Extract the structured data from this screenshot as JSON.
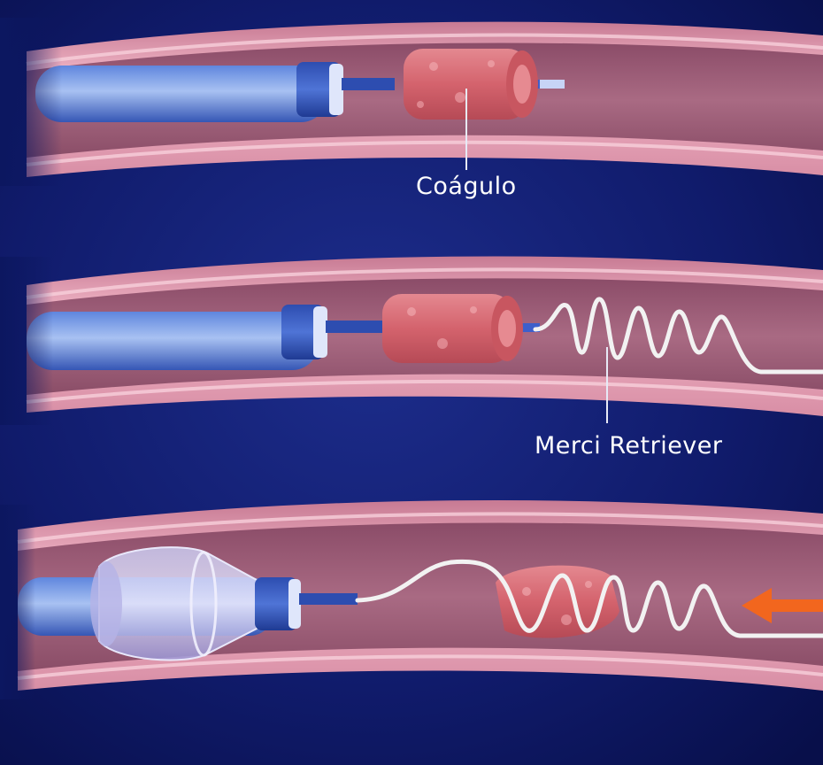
{
  "labels": {
    "clot": "Coágulo",
    "retriever": "Merci Retriever"
  },
  "colors": {
    "background": "#0c1760",
    "vessel_wall": "#e8a0b4",
    "vessel_lumen": "#a5657d",
    "catheter": "#3f64c6",
    "clot": "#d96a72",
    "wire": "#f2f2f2",
    "arrow": "#f2661e"
  },
  "panels": [
    {
      "step": "clot-located"
    },
    {
      "step": "retriever-deployed"
    },
    {
      "step": "clot-withdrawn"
    }
  ]
}
